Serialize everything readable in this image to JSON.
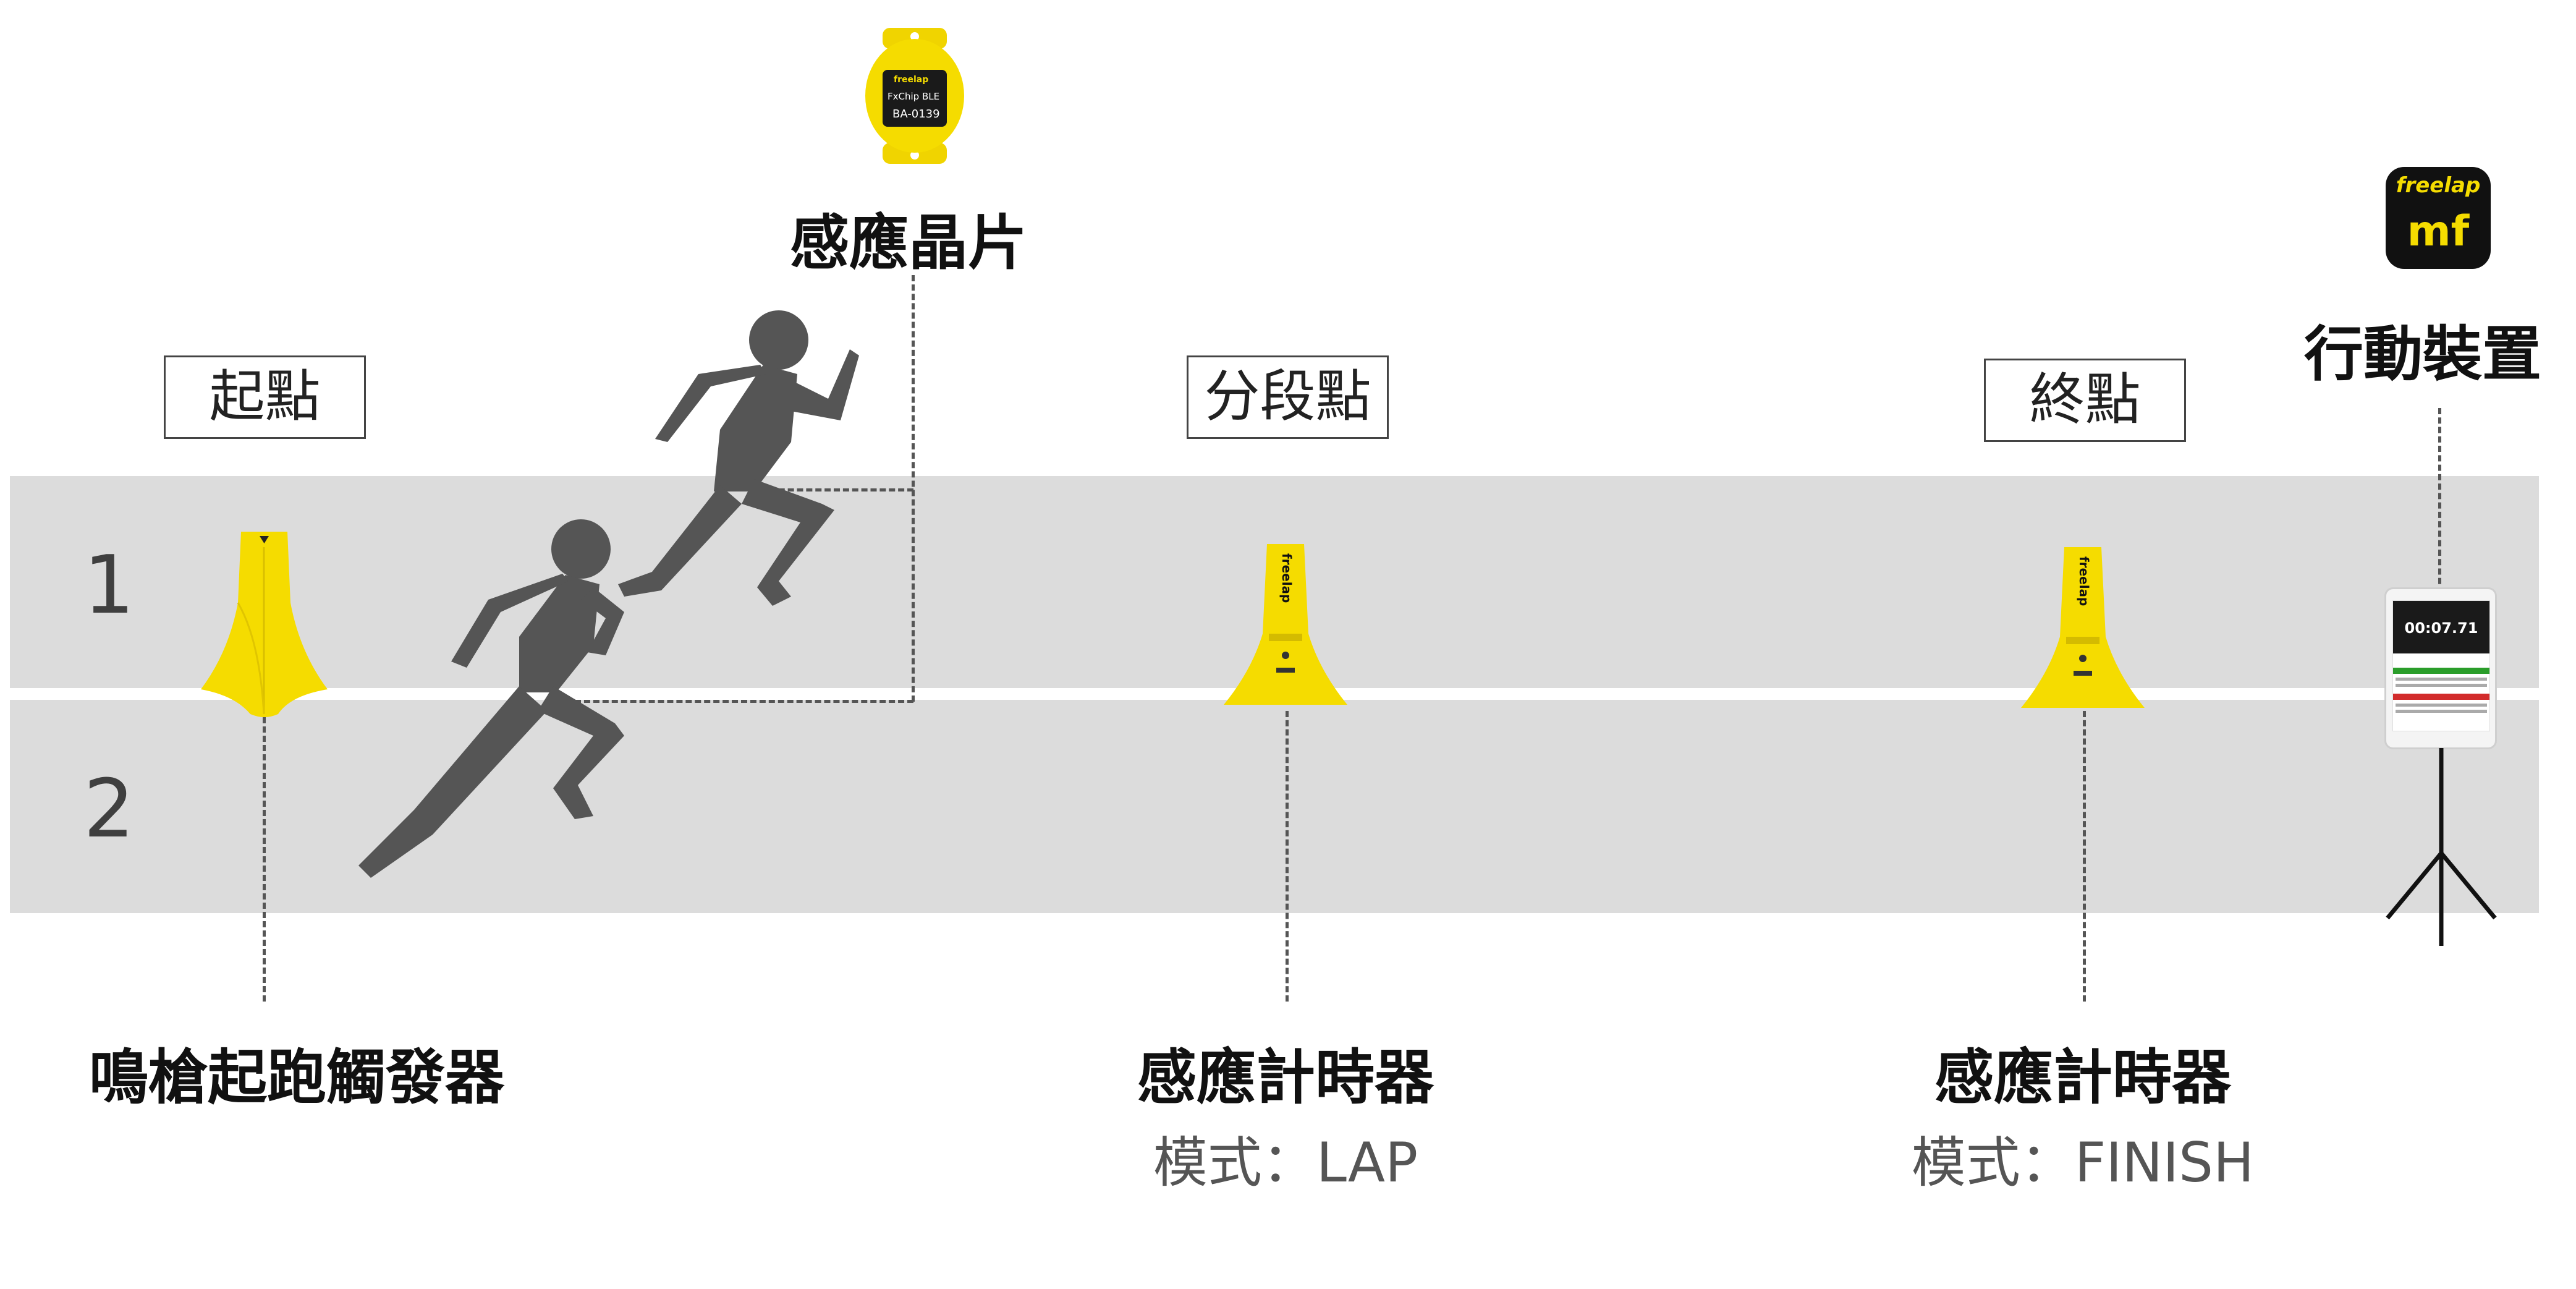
{
  "lanes": [
    "1",
    "2"
  ],
  "labels": {
    "start": "起點",
    "split": "分段點",
    "finish": "終點",
    "chip": "感應晶片",
    "mobile": "行動裝置",
    "trigger": "鳴槍起跑觸發器",
    "timer_lap": "感應計時器",
    "mode_lap": "模式：LAP",
    "timer_finish": "感應計時器",
    "mode_finish": "模式：FINISH"
  },
  "devices": {
    "chip_brand": "freelap",
    "chip_model": "FxChip BLE",
    "chip_id": "BA-0139",
    "app_brand": "freelap",
    "app_letters": "mf",
    "sensor_brand": "freelap",
    "tablet_time": "00:07.71"
  },
  "colors": {
    "track": "#dcdcdc",
    "device_yellow": "#f5dc00",
    "silhouette": "#555555"
  }
}
